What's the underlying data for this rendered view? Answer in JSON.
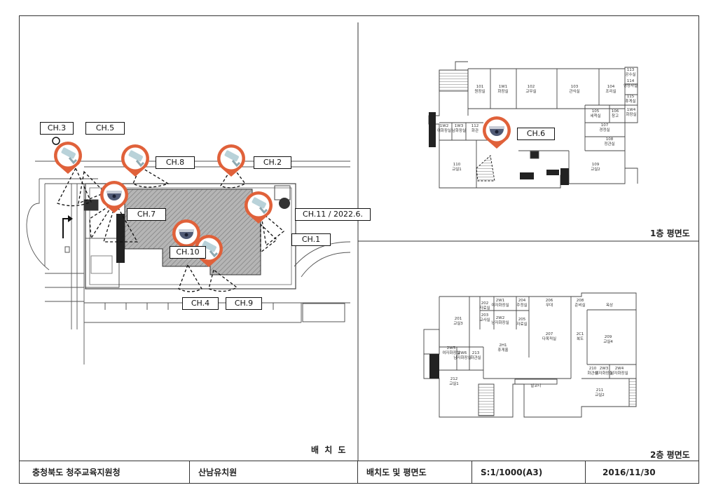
{
  "site_plan": {
    "title": "배 치 도",
    "cameras": [
      {
        "id": "ch3",
        "label": "CH.3",
        "type": "bullet"
      },
      {
        "id": "ch5",
        "label": "CH.5",
        "type": "bullet"
      },
      {
        "id": "ch8",
        "label": "CH.8",
        "type": "bullet"
      },
      {
        "id": "ch2",
        "label": "CH.2",
        "type": "bullet"
      },
      {
        "id": "ch7",
        "label": "CH.7",
        "type": "dome"
      },
      {
        "id": "ch11",
        "label": "CH.11 / 2022.6.",
        "type": "bullet"
      },
      {
        "id": "ch1",
        "label": "CH.1",
        "type": "none"
      },
      {
        "id": "ch10",
        "label": "CH.10",
        "type": "dome"
      },
      {
        "id": "ch4",
        "label": "CH.4",
        "type": "none"
      },
      {
        "id": "ch9",
        "label": "CH.9",
        "type": "bullet"
      }
    ]
  },
  "floor1": {
    "title": "1층 평면도",
    "camera_label": "CH.6",
    "rooms": [
      {
        "no": "101",
        "name": "원장실"
      },
      {
        "no": "1W1",
        "name": "화장실"
      },
      {
        "no": "102",
        "name": "교무실"
      },
      {
        "no": "103",
        "name": "관식실"
      },
      {
        "no": "104",
        "name": "조리실"
      },
      {
        "no": "113",
        "name": "공수실"
      },
      {
        "no": "114",
        "name": "영양사실"
      },
      {
        "no": "115",
        "name": "휴게실"
      },
      {
        "no": "105",
        "name": "세척실"
      },
      {
        "no": "106",
        "name": "창고"
      },
      {
        "no": "1W4",
        "name": "화장실"
      },
      {
        "no": "107",
        "name": "경정실"
      },
      {
        "no": "108",
        "name": "정관실"
      },
      {
        "no": "110",
        "name": "교실1"
      },
      {
        "no": "109",
        "name": "교실2"
      },
      {
        "no": "1W2",
        "name": "여화장실"
      },
      {
        "no": "1W3",
        "name": "남화장실"
      },
      {
        "no": "112",
        "name": "화관"
      }
    ]
  },
  "floor2": {
    "title": "2층 평면도",
    "rooms": [
      {
        "no": "201",
        "name": "교실3"
      },
      {
        "no": "202",
        "name": "자료실"
      },
      {
        "no": "2W1",
        "name": "여자화장실"
      },
      {
        "no": "204",
        "name": "주정실"
      },
      {
        "no": "206",
        "name": "무대"
      },
      {
        "no": "208",
        "name": "준비실"
      },
      {
        "no": "",
        "name": "옥상"
      },
      {
        "no": "203",
        "name": "교사실"
      },
      {
        "no": "2W2",
        "name": "남자화장실"
      },
      {
        "no": "205",
        "name": "자료실"
      },
      {
        "no": "207",
        "name": "다목적실"
      },
      {
        "no": "2C1",
        "name": "복도"
      },
      {
        "no": "209",
        "name": "교실4"
      },
      {
        "no": "2W5",
        "name": "여자화장실"
      },
      {
        "no": "2W6",
        "name": "남자화장실"
      },
      {
        "no": "213",
        "name": "화관실"
      },
      {
        "no": "2H1",
        "name": "휴게홀"
      },
      {
        "no": "210",
        "name": "화관실"
      },
      {
        "no": "2W3",
        "name": "여자화장실"
      },
      {
        "no": "2W4",
        "name": "남자화장실"
      },
      {
        "no": "212",
        "name": "교실1"
      },
      {
        "no": "",
        "name": "발코니"
      },
      {
        "no": "211",
        "name": "교실2"
      }
    ]
  },
  "title_block": {
    "office": "충청북도 청주교육지원청",
    "school": "산남유치원",
    "drawing": "배치도 및 평면도",
    "scale": "S:1/1000(A3)",
    "date": "2016/11/30"
  },
  "colors": {
    "marker": "#e0613a",
    "building_hatch": "#9a9a9a",
    "line": "#333333"
  }
}
